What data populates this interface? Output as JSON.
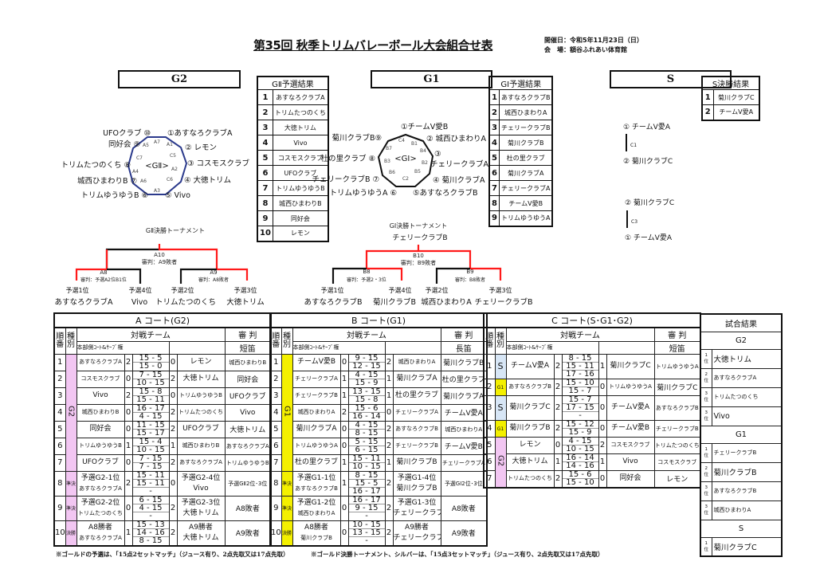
{
  "title": "第35回 秋季トリムバレーボール大会組合せ表",
  "info": {
    "date": "開催日：令和5年11月23日（日）",
    "venue": "会　場：額谷ふれあい体育館"
  },
  "headers": {
    "g2": "G2",
    "g1": "G1",
    "s": "S"
  },
  "g2_prelim": {
    "title": "GⅡ予選結果",
    "items": [
      "あすなろクラブA",
      "トリムたつのくち",
      "大徳トリム",
      "Vivo",
      "コスモスクラブ",
      "UFOクラブ",
      "トリムゆうゆうB",
      "城西ひまわりB",
      "同好会",
      "レモン"
    ]
  },
  "g1_prelim": {
    "title": "GⅠ予選結果",
    "items": [
      "あすなろクラブB",
      "城西ひまわりA",
      "チェリークラブB",
      "菊川クラブB",
      "杜の里クラブ",
      "菊川クラブA",
      "チェリークラブA",
      "チームV愛B",
      "トリムゆうゆうA"
    ]
  },
  "s_final": {
    "title": "S決勝結果",
    "items": [
      "菊川クラブC",
      "チームV愛A"
    ]
  },
  "g2_diagram": {
    "center": "<GⅡ>",
    "teams": [
      "①あすなろクラブA",
      "② レモン",
      "③ コスモスクラブ",
      "④ 大徳トリム",
      "⑤ Vivo",
      "トリムゆうゆうB ⑥",
      "城西ひまわりB ⑦",
      "トリムたつのくち ⑧",
      "同好会 ⑨",
      "UFOクラブ ⑩"
    ],
    "matches": [
      "A7",
      "A1",
      "A5",
      "C5",
      "C7",
      "A2",
      "A4",
      "C6",
      "A6",
      "A3"
    ]
  },
  "g1_diagram": {
    "center": "<GⅠ>",
    "teams": [
      "①チームV愛B",
      "② 城西ひまわりA",
      "③",
      "チェリークラブA",
      "④ 菊川クラブA",
      "⑤あすなろクラブB",
      "トリムゆうゆうA ⑥",
      "チェリークラブB ⑦",
      "杜の里クラブ ⑧",
      "菊川クラブB⑨"
    ],
    "matches": [
      "C4",
      "B1",
      "B7",
      "B4",
      "B3",
      "B2",
      "B6",
      "B5",
      "C2"
    ]
  },
  "s_diagram": {
    "m1": [
      "① チームV愛A",
      "C1",
      "② 菊川クラブC"
    ],
    "m2": [
      "② 菊川クラブC",
      "C3",
      "① チームV愛A"
    ]
  },
  "g2_tournament": {
    "title": "GⅡ決勝トーナメント",
    "final": "A10",
    "final_ref": "審判：A9敗者",
    "left": "A8",
    "left_ref": "審判：予選A2位B1位",
    "right": "A9",
    "right_ref": "審判：A8敗者",
    "seeds": [
      [
        "予選1位",
        "あすなろクラブA"
      ],
      [
        "予選4位",
        "Vivo"
      ],
      [
        "予選2位",
        "トリムたつのくち"
      ],
      [
        "予選3位",
        "大徳トリム"
      ]
    ]
  },
  "g1_tournament": {
    "title": "GⅠ決勝トーナメント",
    "champion": "チェリークラブB",
    "final": "B10",
    "final_ref": "審判：B9敗者",
    "left": "B8",
    "left_ref": "審判：予選2・3位",
    "right": "B9",
    "right_ref": "審判：B8敗者",
    "seeds": [
      [
        "予選1位",
        "あすなろクラブB"
      ],
      [
        "予選4位",
        "菊川クラブB"
      ],
      [
        "予選2位",
        "城西ひまわりA"
      ],
      [
        "予選3位",
        "チェリークラブB"
      ]
    ]
  },
  "colors": {
    "G2": "#f2c6f2",
    "G1": "#f4f000",
    "S": "#d7e6f6",
    "win_line": "#ff1a1a"
  },
  "court_headers": {
    "order": "順番",
    "type": "種別",
    "teams": "対戦チーム",
    "serve": "本部側ｺｰﾄ&ｻｰﾌﾞ権",
    "ref": "審 判"
  },
  "courts": [
    {
      "title": "A コート(G2)",
      "whistle": "短笛",
      "rows": [
        {
          "no": "1",
          "type": "G2",
          "type_span": 7,
          "left": "あすなろクラブA",
          "ls": "2",
          "scores": [
            "15 - 5",
            "15 - 0"
          ],
          "rs": "0",
          "right": "レモン",
          "ref": "城西ひまわりB"
        },
        {
          "no": "2",
          "left": "コスモスクラブ",
          "ls": "0",
          "scores": [
            "7 - 15",
            "10 - 15"
          ],
          "rs": "2",
          "right": "大徳トリム",
          "ref": "同好会"
        },
        {
          "no": "3",
          "left": "Vivo",
          "ls": "2",
          "scores": [
            "15 - 8",
            "15 - 11"
          ],
          "rs": "0",
          "right": "トリムゆうゆうB",
          "ref": "UFOクラブ"
        },
        {
          "no": "4",
          "left": "城西ひまわりB",
          "ls": "0",
          "scores": [
            "16 - 17",
            "4 - 15"
          ],
          "rs": "2",
          "right": "トリムたつのくち",
          "ref": "Vivo"
        },
        {
          "no": "5",
          "left": "同好会",
          "ls": "0",
          "scores": [
            "11 - 15",
            "15 - 17"
          ],
          "rs": "2",
          "right": "UFOクラブ",
          "ref": "大徳トリム"
        },
        {
          "no": "6",
          "left": "トリムゆうゆうB",
          "ls": "1",
          "scores": [
            "15 - 4",
            "10 - 15"
          ],
          "rs": "1",
          "right": "城西ひまわりB",
          "ref": "あすなろクラブA"
        },
        {
          "no": "7",
          "left": "UFOクラブ",
          "ls": "0",
          "scores": [
            "7 - 15",
            "7 - 15"
          ],
          "rs": "2",
          "right": "あすなろクラブA",
          "ref": "トリムゆうゆうB"
        },
        {
          "no": "8",
          "type": "準決",
          "type_color": "G2",
          "left_top": "予選G2-1位",
          "left": "あすなろクラブA",
          "ls": "2",
          "scores": [
            "15 - 11",
            "15 - 11",
            "-"
          ],
          "rs": "0",
          "right_top": "予選G2-4位",
          "right": "Vivo",
          "ref": "予選GⅡ2位･3位"
        },
        {
          "no": "9",
          "type": "準決",
          "type_color": "G2",
          "left_top": "予選G2-2位",
          "left": "トリムたつのくち",
          "ls": "0",
          "scores": [
            "6 - 15",
            "4 - 15",
            "-"
          ],
          "rs": "2",
          "right_top": "予選G2-3位",
          "right": "大徳トリム",
          "ref": "A8敗者"
        },
        {
          "no": "10",
          "type": "決勝",
          "type_color": "G2",
          "left_top": "A8勝者",
          "left": "あすなろクラブA",
          "ls": "1",
          "scores": [
            "15 - 13",
            "14 - 16",
            "8 - 15"
          ],
          "rs": "2",
          "right_top": "A9勝者",
          "right": "大徳トリム",
          "ref": "A9敗者"
        }
      ]
    },
    {
      "title": "B コート(G1)",
      "whistle": "長笛",
      "rows": [
        {
          "no": "1",
          "type": "G1",
          "type_span": 7,
          "left": "チームV愛B",
          "ls": "0",
          "scores": [
            "9 - 15",
            "12 - 15"
          ],
          "rs": "2",
          "right": "城西ひまわりA",
          "ref": "菊川クラブB"
        },
        {
          "no": "2",
          "left": "チェリークラブA",
          "ls": "1",
          "scores": [
            "4 - 15",
            "15 - 9"
          ],
          "rs": "1",
          "right": "菊川クラブA",
          "ref": "杜の里クラブ"
        },
        {
          "no": "3",
          "left": "チェリークラブB",
          "ls": "1",
          "scores": [
            "13 - 15",
            "15 - 8"
          ],
          "rs": "1",
          "right": "杜の里クラブ",
          "ref": "菊川クラブA"
        },
        {
          "no": "4",
          "left": "城西ひまわりA",
          "ls": "2",
          "scores": [
            "15 - 6",
            "16 - 14"
          ],
          "rs": "0",
          "right": "チェリークラブA",
          "ref": "チームV愛A"
        },
        {
          "no": "5",
          "left": "菊川クラブA",
          "ls": "0",
          "scores": [
            "4 - 15",
            "8 - 15"
          ],
          "rs": "2",
          "right": "あすなろクラブB",
          "ref": "城西ひまわりA"
        },
        {
          "no": "6",
          "left": "トリムゆうゆうA",
          "ls": "0",
          "scores": [
            "5 - 15",
            "6 - 15"
          ],
          "rs": "2",
          "right": "チェリークラブB",
          "ref": "チームV愛B"
        },
        {
          "no": "7",
          "left": "杜の里クラブ",
          "ls": "1",
          "scores": [
            "15 - 11",
            "10 - 15"
          ],
          "rs": "1",
          "right": "菊川クラブB",
          "ref": "チェリークラブA"
        },
        {
          "no": "8",
          "type": "準決",
          "type_color": "G1",
          "left_top": "予選G1-1位",
          "left": "あすなろクラブB",
          "ls": "1",
          "scores": [
            "8 - 15",
            "15 - 5",
            "16 - 17"
          ],
          "rs": "2",
          "right_top": "予選G1-4位",
          "right": "菊川クラブB",
          "ref": "予選GⅠ2位･3位"
        },
        {
          "no": "9",
          "type": "準決",
          "type_color": "G1",
          "left_top": "予選G1-2位",
          "left": "城西ひまわりA",
          "ls": "0",
          "scores": [
            "16 - 17",
            "9 - 15",
            "-"
          ],
          "rs": "2",
          "right_top": "予選G1-3位",
          "right": "チェリークラブB",
          "ref": "A8敗者"
        },
        {
          "no": "10",
          "type": "決勝",
          "type_color": "G1",
          "left_top": "A8勝者",
          "left": "菊川クラブB",
          "ls": "0",
          "scores": [
            "10 - 15",
            "13 - 15",
            "-"
          ],
          "rs": "2",
          "right_top": "A9勝者",
          "right": "チェリークラブB",
          "ref": "A9敗者"
        }
      ]
    },
    {
      "title": "C コート(S･G1･G2)",
      "whistle": "短笛",
      "rows": [
        {
          "no": "1",
          "type": "S",
          "type_color": "S",
          "left": "チームV愛A",
          "ls": "2",
          "scores": [
            "8 - 15",
            "15 - 11",
            "17 - 16"
          ],
          "rs": "1",
          "right": "菊川クラブC",
          "ref": "トリムゆうゆうA"
        },
        {
          "no": "2",
          "type": "G1",
          "type_color": "G1",
          "left": "あすなろクラブB",
          "ls": "2",
          "scores": [
            "15 - 10",
            "15 - 7"
          ],
          "rs": "0",
          "right": "トリムゆうゆうA",
          "ref": "菊川クラブC"
        },
        {
          "no": "3",
          "type": "S",
          "type_color": "S",
          "left": "菊川クラブC",
          "ls": "2",
          "scores": [
            "15 - 7",
            "17 - 15",
            "-"
          ],
          "rs": "0",
          "right": "チームV愛A",
          "ref": "あすなろクラブB"
        },
        {
          "no": "4",
          "type": "G1",
          "type_color": "G1",
          "left": "菊川クラブB",
          "ls": "2",
          "scores": [
            "15 - 12",
            "15 - 9"
          ],
          "rs": "0",
          "right": "チームV愛B",
          "ref": "チェリークラブB"
        },
        {
          "no": "5",
          "type": "G2",
          "type_span": 3,
          "left": "レモン",
          "ls": "0",
          "scores": [
            "4 - 15",
            "10 - 15"
          ],
          "rs": "2",
          "right": "コスモスクラブ",
          "ref": "トリムたつのくち"
        },
        {
          "no": "6",
          "left": "大徳トリム",
          "ls": "1",
          "scores": [
            "16 - 14",
            "14 - 16"
          ],
          "rs": "1",
          "right": "Vivo",
          "ref": "コスモスクラブ"
        },
        {
          "no": "7",
          "left": "トリムたつのくち",
          "ls": "2",
          "scores": [
            "15 - 6",
            "15 - 10"
          ],
          "rs": "0",
          "right": "同好会",
          "ref": "レモン"
        }
      ]
    }
  ],
  "results": {
    "title": "試合結果",
    "sections": [
      {
        "name": "G2",
        "items": [
          [
            "1位",
            "大徳トリム"
          ],
          [
            "2位",
            "あすなろクラブA"
          ],
          [
            "3位",
            "トリムたつのくち"
          ],
          [
            "3位",
            "Vivo"
          ]
        ]
      },
      {
        "name": "G1",
        "items": [
          [
            "1位",
            "チェリークラブB"
          ],
          [
            "2位",
            "菊川クラブB"
          ],
          [
            "3位",
            "あすなろクラブB"
          ],
          [
            "3位",
            "城西ひまわりA"
          ]
        ]
      },
      {
        "name": "S",
        "items": [
          [
            "1位",
            "菊川クラブC"
          ]
        ]
      }
    ]
  },
  "footnotes": [
    "※ゴールドの予選は、「15点2セットマッチ」（ジュース有り、2点先取又は17点先取）",
    "※ゴールド決勝トーナメント、シルバーは、「15点3セットマッチ」（ジュース有り、2点先取又は17点先取）"
  ]
}
